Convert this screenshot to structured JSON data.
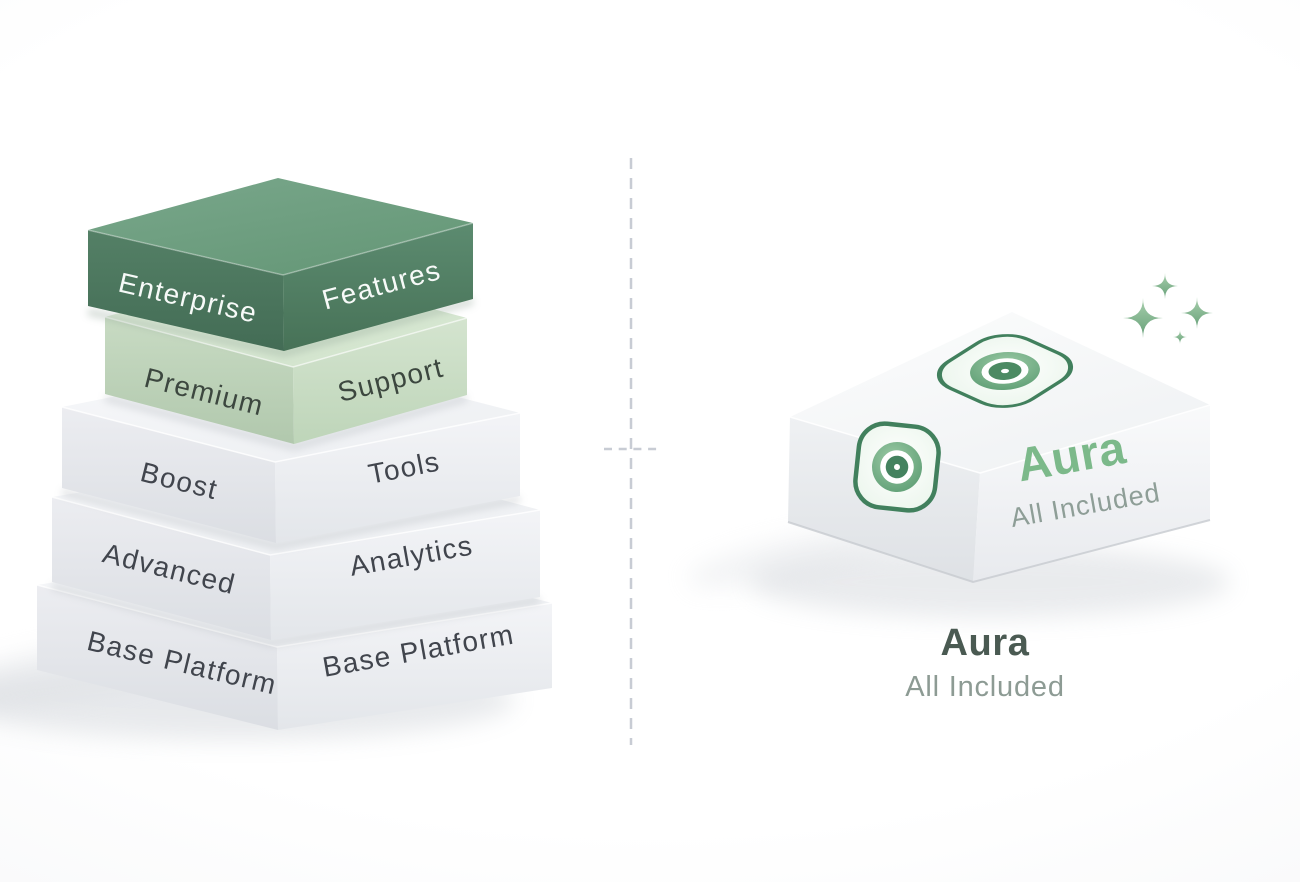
{
  "illustration": {
    "stack": {
      "layers": [
        {
          "tier": "enterprise",
          "left_label": "Enterprise",
          "right_label": "Features",
          "top_color": "#6f9e82",
          "left_color": "#4e7a62",
          "right_color": "#55836a",
          "label_color": "#ffffff"
        },
        {
          "tier": "premium",
          "left_label": "Premium",
          "right_label": "Support",
          "top_color": "#dcead7",
          "left_color": "#c0d4bb",
          "right_color": "#cce0c7",
          "label_color": "#3c473f"
        },
        {
          "tier": "boost",
          "left_label": "Boost",
          "right_label": "Tools",
          "top_color": "#f4f5f7",
          "left_color": "#e6e8ec",
          "right_color": "#eff1f4",
          "label_color": "#41454d"
        },
        {
          "tier": "advanced",
          "left_label": "Advanced",
          "right_label": "Analytics",
          "top_color": "#f4f5f7",
          "left_color": "#e6e8ec",
          "right_color": "#eff1f4",
          "label_color": "#41454d"
        },
        {
          "tier": "base",
          "left_label": "Base Platform",
          "right_label": "Base Platform",
          "top_color": "#f4f5f7",
          "left_color": "#e6e8ec",
          "right_color": "#eff1f4",
          "label_color": "#41454d"
        }
      ]
    },
    "divider": {
      "style": "dashed",
      "color": "#c8ccd4"
    },
    "aura_box": {
      "face_title": "Aura",
      "face_subtitle": "All Included",
      "logo": "aura-target-icon",
      "accent_color": "#7cb98a",
      "sparkles_color": "#86b893",
      "sparkles_count": 4
    },
    "caption": {
      "title": "Aura",
      "subtitle": "All Included",
      "title_color": "#4a5a52",
      "subtitle_color": "#8d9b94"
    }
  }
}
